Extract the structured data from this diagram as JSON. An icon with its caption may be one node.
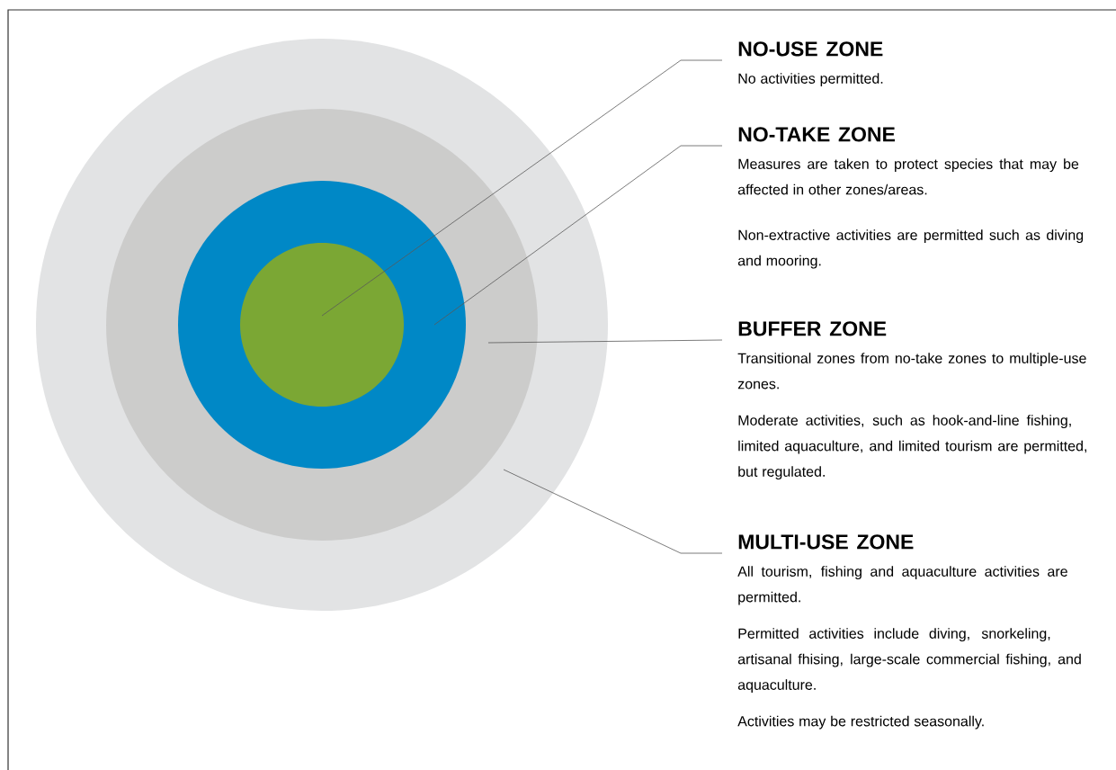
{
  "diagram": {
    "nodes": [
      {
        "text": [],
        "shape": "circle"
      },
      {
        "text": [],
        "shape": "circle",
        "in": 0
      },
      {
        "text": [],
        "shape": "circle",
        "in": 1
      },
      {
        "text": [],
        "shape": "circle",
        "in": 2
      },
      {
        "text": [
          "NO-USE ZONE",
          "No activities permitted."
        ]
      },
      {
        "text": [
          "NO-TAKE ZONE",
          "Measures are taken to protect species that may be affected in other zones/areas.",
          "Non-extractive activities are permitted such as diving and mooring."
        ]
      },
      {
        "text": [
          "BUFFER ZONE",
          "Transitional zones from no-take zones to multiple-use zones.",
          "Moderate activities, such as hook-and-line fishing, limited aquaculture, and limited tourism are permitted, but regulated."
        ]
      },
      {
        "text": [
          "MULTI-USE ZONE",
          "All tourism, fishing and aquaculture activities are permitted.",
          "Permitted activities include diving, snorkeling, artisanal fhising, large-scale commercial fishing, and aquaculture.",
          "Activities may be restricted seasonally."
        ]
      }
    ],
    "edges": [
      {
        "from": 4,
        "to": 3,
        "arrow": "none"
      },
      {
        "from": 5,
        "to": 2,
        "arrow": "none"
      },
      {
        "from": 6,
        "to": 1,
        "arrow": "none"
      },
      {
        "from": 7,
        "to": 0,
        "arrow": "none"
      }
    ]
  }
}
